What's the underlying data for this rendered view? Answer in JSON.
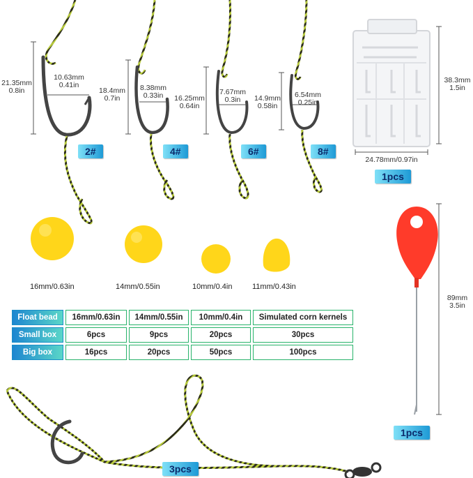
{
  "hooks": [
    {
      "size": "2#",
      "len_mm": "21.35mm",
      "len_in": "0.8in",
      "gap_mm": "10.63mm",
      "gap_in": "0.41in"
    },
    {
      "size": "4#",
      "len_mm": "18.4mm",
      "len_in": "0.7in",
      "gap_mm": "8.38mm",
      "gap_in": "0.33in"
    },
    {
      "size": "6#",
      "len_mm": "16.25mm",
      "len_in": "0.64in",
      "gap_mm": "7.67mm",
      "gap_in": "0.3in"
    },
    {
      "size": "8#",
      "len_mm": "14.9mm",
      "len_in": "0.58in",
      "gap_mm": "6.54mm",
      "gap_in": "0.25in"
    }
  ],
  "box": {
    "height_mm": "38.3mm",
    "height_in": "1.5in",
    "width": "24.78mm/0.97in",
    "qty": "1pcs"
  },
  "beads": [
    "16mm/0.63in",
    "14mm/0.55in",
    "10mm/0.4in",
    "11mm/0.43in"
  ],
  "table": {
    "header": [
      "Float bead",
      "16mm/0.63in",
      "14mm/0.55in",
      "10mm/0.4in",
      "Simulated corn kernels"
    ],
    "rows": [
      [
        "Small box",
        "6pcs",
        "9pcs",
        "20pcs",
        "30pcs"
      ],
      [
        "Big box",
        "16pcs",
        "20pcs",
        "50pcs",
        "100pcs"
      ]
    ]
  },
  "needle": {
    "len_mm": "89mm",
    "len_in": "3.5in",
    "qty": "1pcs"
  },
  "rig": {
    "qty": "3pcs"
  },
  "colors": {
    "line_dark": "#2a2a1a",
    "line_light": "#b6c93a",
    "bead": "#ffd61a",
    "needle_handle": "#ff3b2a",
    "badge": "#1e9ad6",
    "table_border": "#28b36a"
  }
}
